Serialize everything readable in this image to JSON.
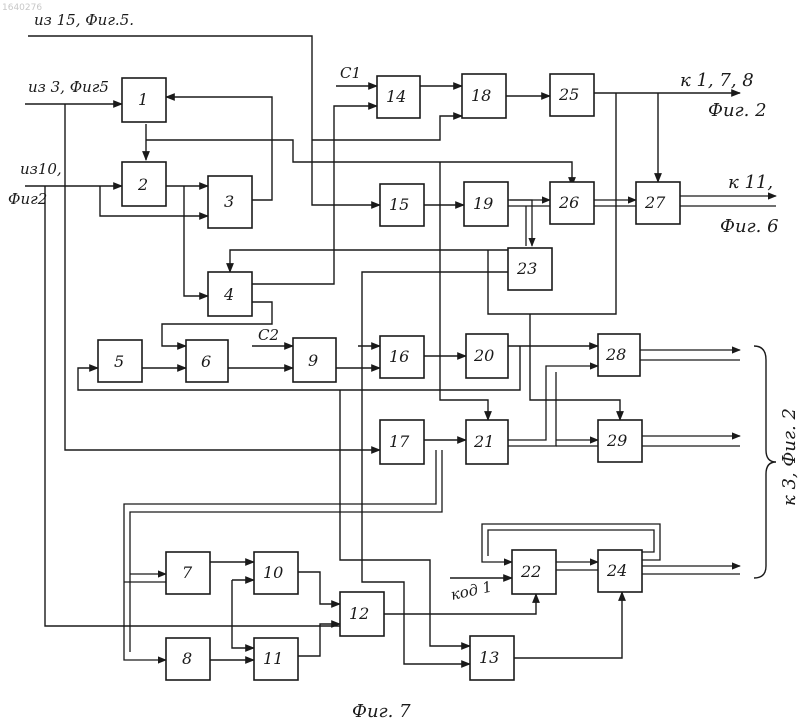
{
  "watermark": "1640276",
  "labels": {
    "in_15_fig5": "из 15, Фиг.5.",
    "in_3_fig5": "из 3, Фиг5",
    "in_10_a": "из10,",
    "in_10_b": "Фиг2",
    "c1": "С1",
    "c2": "С2",
    "code1": "код 1",
    "out_178_a": "к 1, 7, 8",
    "out_178_b": "Фиг. 2",
    "out_11_a": "к 11,",
    "out_11_b": "Фиг. 6",
    "out_3_fig2": "к 3, Фиг. 2",
    "caption": "Фиг. 7"
  },
  "blocks": [
    {
      "id": "1",
      "label": "1"
    },
    {
      "id": "2",
      "label": "2"
    },
    {
      "id": "3",
      "label": "3"
    },
    {
      "id": "4",
      "label": "4"
    },
    {
      "id": "5",
      "label": "5"
    },
    {
      "id": "6",
      "label": "6"
    },
    {
      "id": "7",
      "label": "7"
    },
    {
      "id": "8",
      "label": "8"
    },
    {
      "id": "9",
      "label": "9"
    },
    {
      "id": "10",
      "label": "10"
    },
    {
      "id": "11",
      "label": "11"
    },
    {
      "id": "12",
      "label": "12"
    },
    {
      "id": "13",
      "label": "13"
    },
    {
      "id": "14",
      "label": "14"
    },
    {
      "id": "15",
      "label": "15"
    },
    {
      "id": "16",
      "label": "16"
    },
    {
      "id": "17",
      "label": "17"
    },
    {
      "id": "18",
      "label": "18"
    },
    {
      "id": "19",
      "label": "19"
    },
    {
      "id": "20",
      "label": "20"
    },
    {
      "id": "21",
      "label": "21"
    },
    {
      "id": "22",
      "label": "22"
    },
    {
      "id": "23",
      "label": "23"
    },
    {
      "id": "24",
      "label": "24"
    },
    {
      "id": "25",
      "label": "25"
    },
    {
      "id": "26",
      "label": "26"
    },
    {
      "id": "27",
      "label": "27"
    },
    {
      "id": "28",
      "label": "28"
    },
    {
      "id": "29",
      "label": "29"
    }
  ]
}
